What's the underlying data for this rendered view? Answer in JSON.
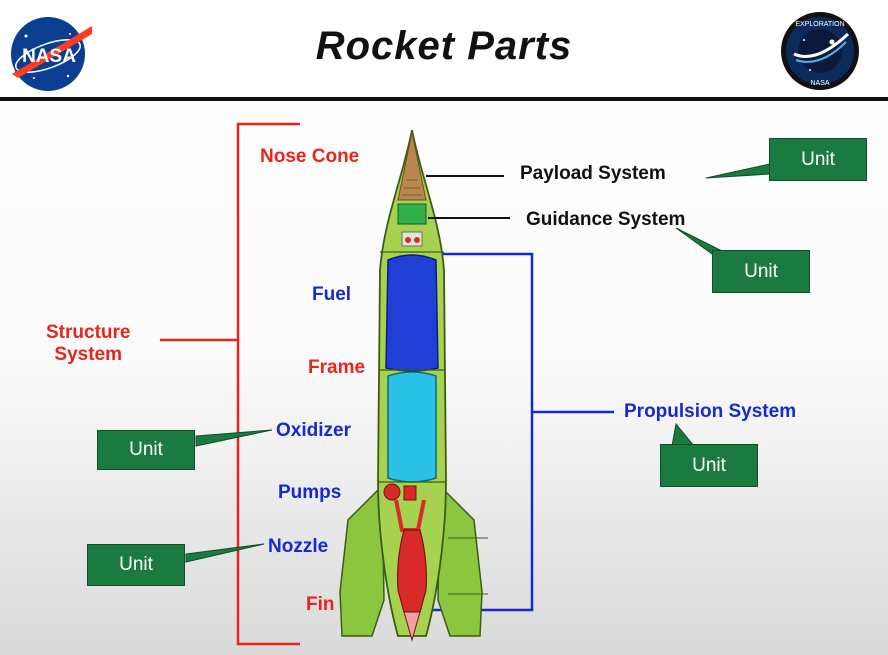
{
  "header": {
    "title": "Rocket Parts",
    "left_logo_text": "NASA",
    "right_logo_text": [
      "EXPLORATION",
      "NASA"
    ]
  },
  "labels": {
    "nose_cone": "Nose Cone",
    "payload_system": "Payload System",
    "guidance_system": "Guidance System",
    "fuel": "Fuel",
    "frame": "Frame",
    "oxidizer": "Oxidizer",
    "pumps": "Pumps",
    "nozzle": "Nozzle",
    "fin": "Fin",
    "structure_system": [
      "Structure",
      "System"
    ],
    "propulsion_system": "Propulsion System"
  },
  "callouts": {
    "payload": "Unit",
    "guidance": "Unit",
    "oxidizer": "Unit",
    "propulsion": "Unit",
    "nozzle": "Unit"
  },
  "colors": {
    "structure": "#e8251c",
    "propulsion": "#1428d6",
    "callout": "#1b7a3f",
    "rocket_body": "#8cc63f",
    "fuel_tank": "#1f3fd6",
    "oxidizer_tank": "#29c2e6",
    "engine": "#d92a2a"
  }
}
